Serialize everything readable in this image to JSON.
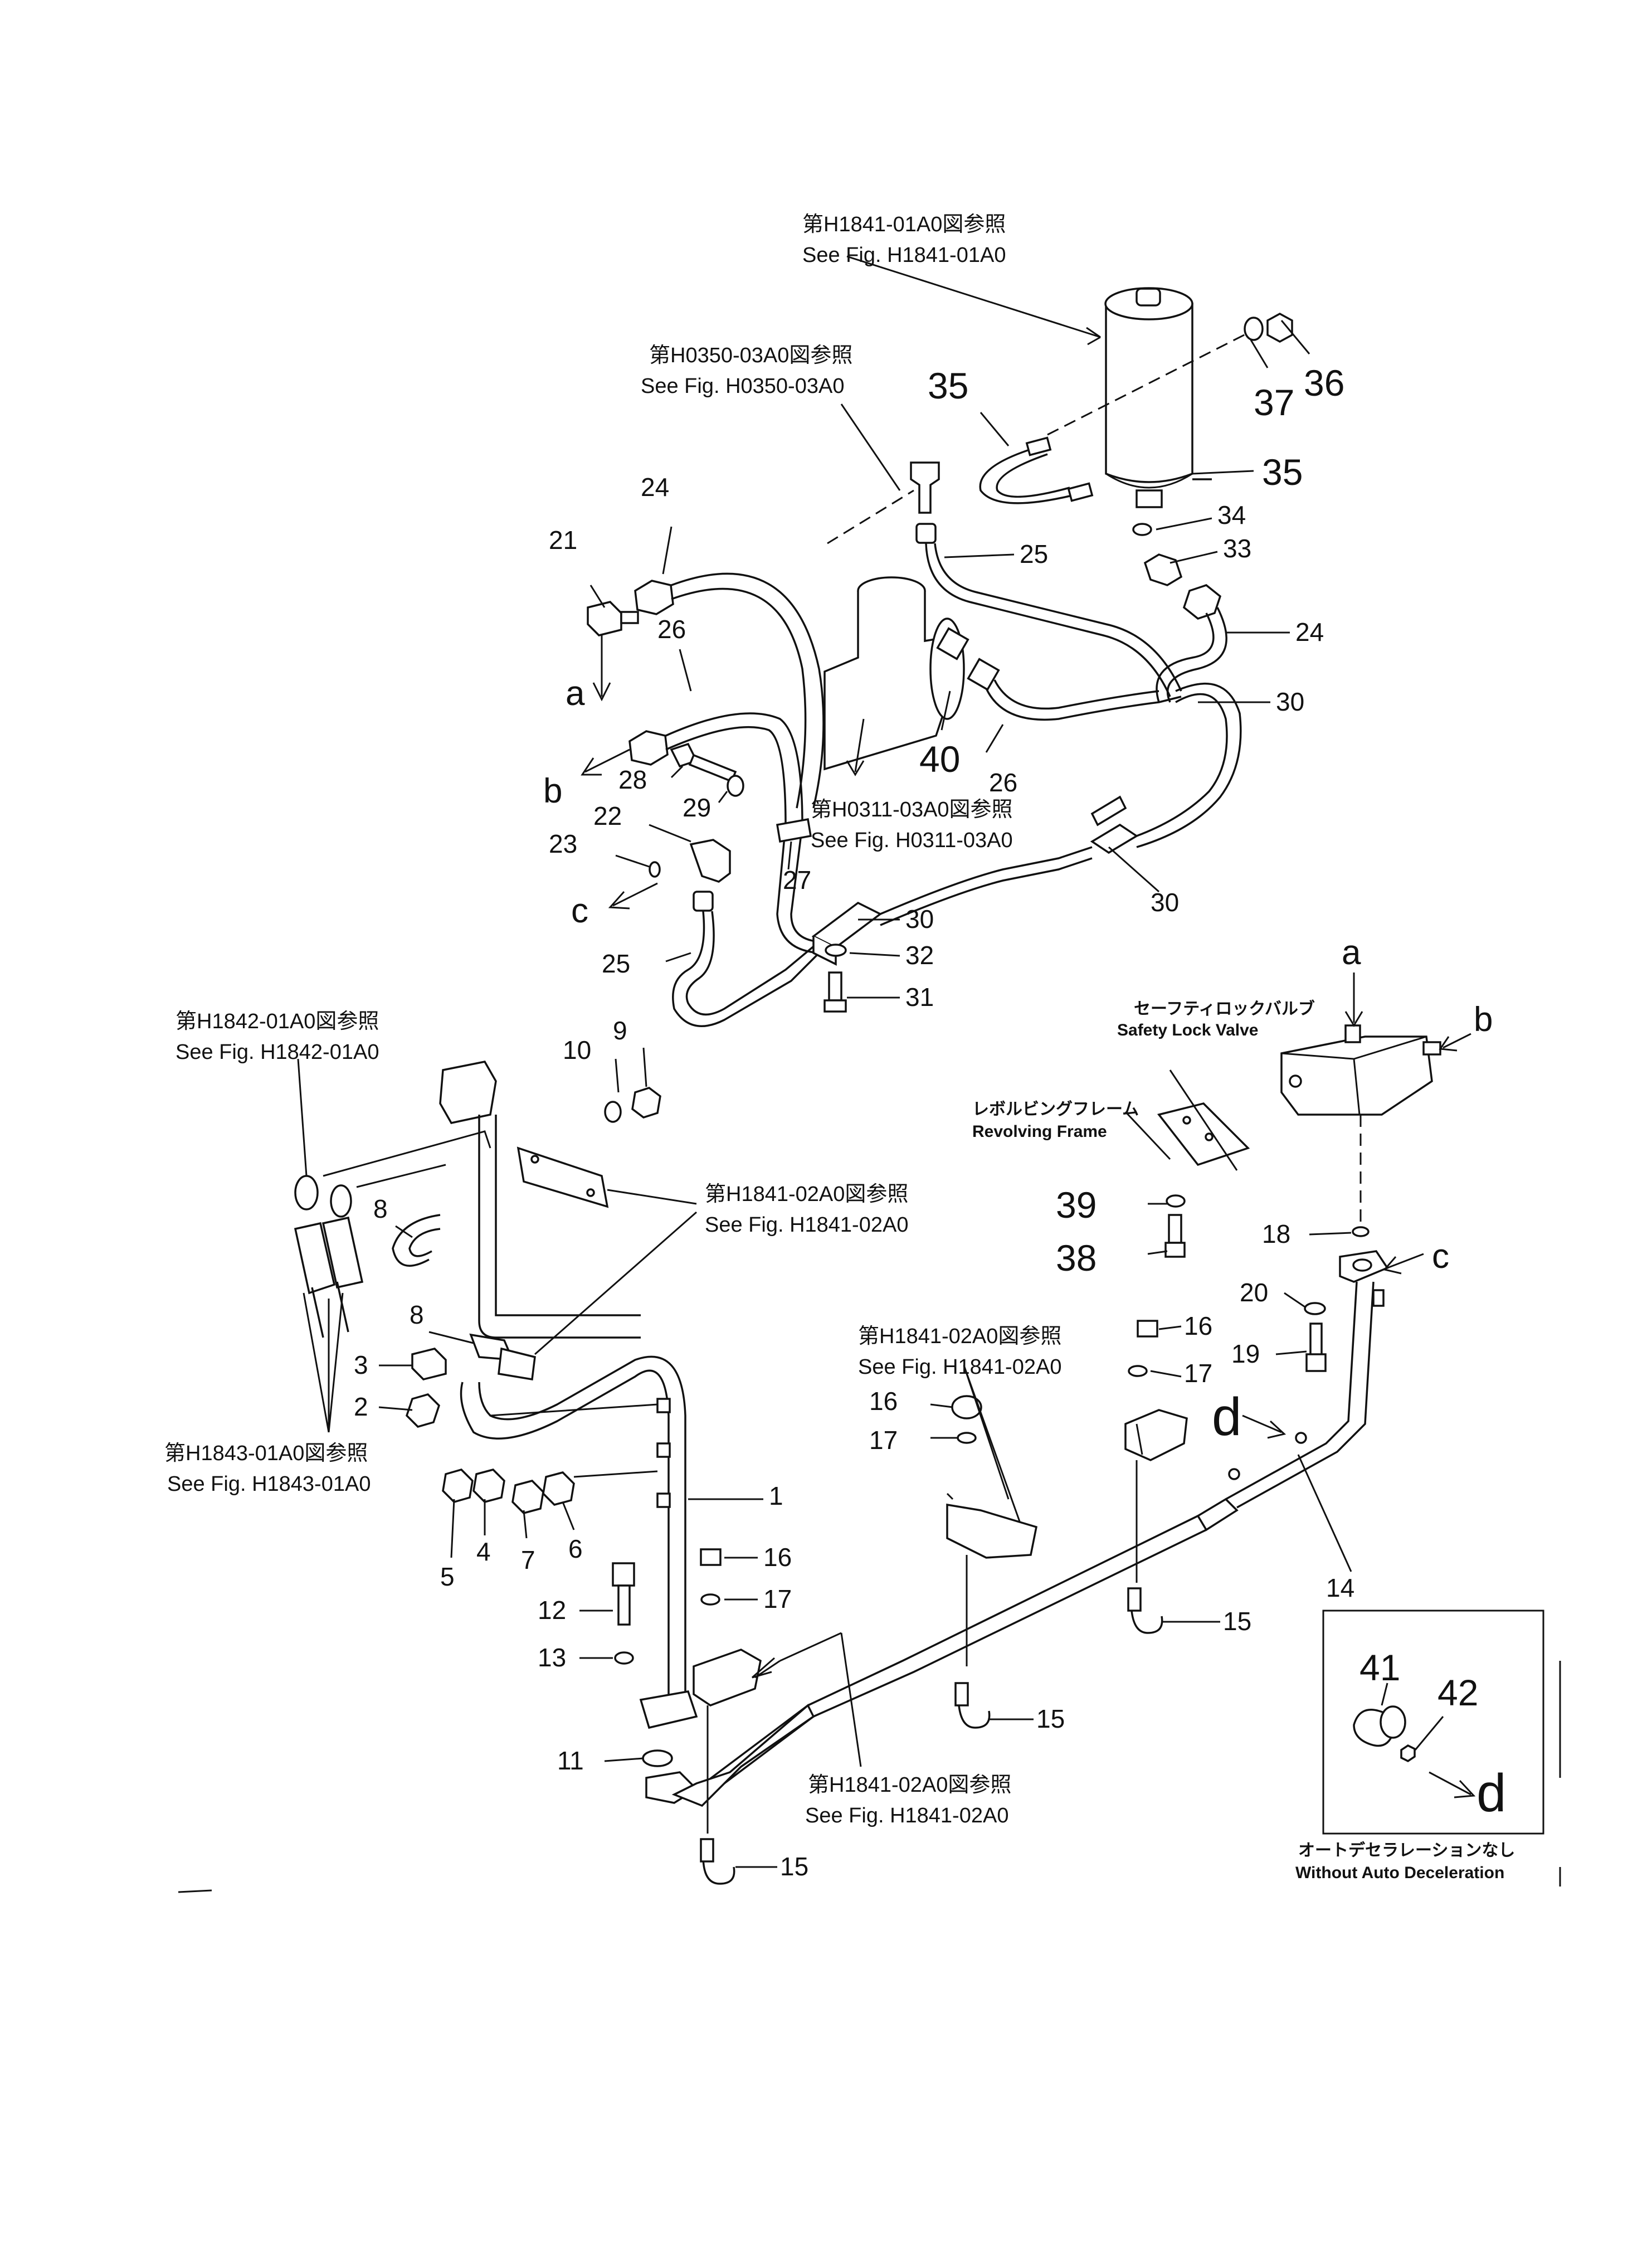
{
  "references": {
    "h1841_01a0_jp": "第H1841-01A0図参照",
    "h1841_01a0_en": "See Fig. H1841-01A0",
    "h0350_03a0_jp": "第H0350-03A0図参照",
    "h0350_03a0_en": "See Fig. H0350-03A0",
    "h0311_03a0_jp": "第H0311-03A0図参照",
    "h0311_03a0_en": "See Fig. H0311-03A0",
    "h1842_01a0_jp": "第H1842-01A0図参照",
    "h1842_01a0_en": "See Fig. H1842-01A0",
    "h1841_02a0_jp": "第H1841-02A0図参照",
    "h1841_02a0_en": "See Fig. H1841-02A0",
    "h1843_01a0_jp": "第H1843-01A0図参照",
    "h1843_01a0_en": "See Fig. H1843-01A0"
  },
  "labels": {
    "safety_lock_valve_jp": "セーフティロックバルブ",
    "safety_lock_valve_en": "Safety Lock Valve",
    "revolving_frame_jp": "レボルビングフレーム",
    "revolving_frame_en": "Revolving Frame",
    "without_auto_decel_jp": "オートデセラレーションなし",
    "without_auto_decel_en": "Without Auto Deceleration"
  },
  "connections": {
    "a": "a",
    "b": "b",
    "c": "c",
    "d": "d"
  },
  "parts": {
    "p1": "1",
    "p2": "2",
    "p3": "3",
    "p4": "4",
    "p5": "5",
    "p6": "6",
    "p7": "7",
    "p8": "8",
    "p9": "9",
    "p10": "10",
    "p11": "11",
    "p12": "12",
    "p13": "13",
    "p14": "14",
    "p15": "15",
    "p16": "16",
    "p17": "17",
    "p18": "18",
    "p19": "19",
    "p20": "20",
    "p21": "21",
    "p22": "22",
    "p23": "23",
    "p24": "24",
    "p25": "25",
    "p26": "26",
    "p27": "27",
    "p28": "28",
    "p29": "29",
    "p30": "30",
    "p31": "31",
    "p32": "32",
    "p33": "33",
    "p34": "34",
    "p35": "35",
    "p36": "36",
    "p37": "37",
    "p38": "38",
    "p39": "39",
    "p40": "40",
    "p41": "41",
    "p42": "42"
  }
}
